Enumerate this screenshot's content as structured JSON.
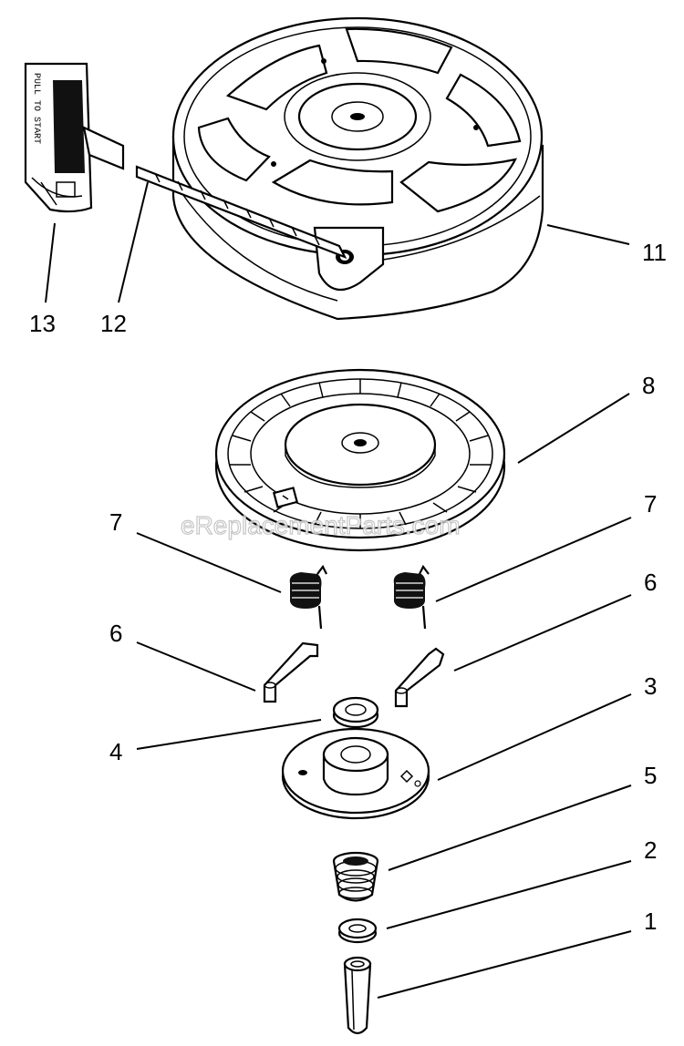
{
  "watermark": "eReplacementParts.com",
  "handle_text": "PULL TO START",
  "callouts": {
    "p1": "1",
    "p2": "2",
    "p3": "3",
    "p4": "4",
    "p5": "5",
    "p6_left": "6",
    "p6_right": "6",
    "p7_left": "7",
    "p7_right": "7",
    "p8": "8",
    "p11": "11",
    "p12": "12",
    "p13": "13"
  }
}
